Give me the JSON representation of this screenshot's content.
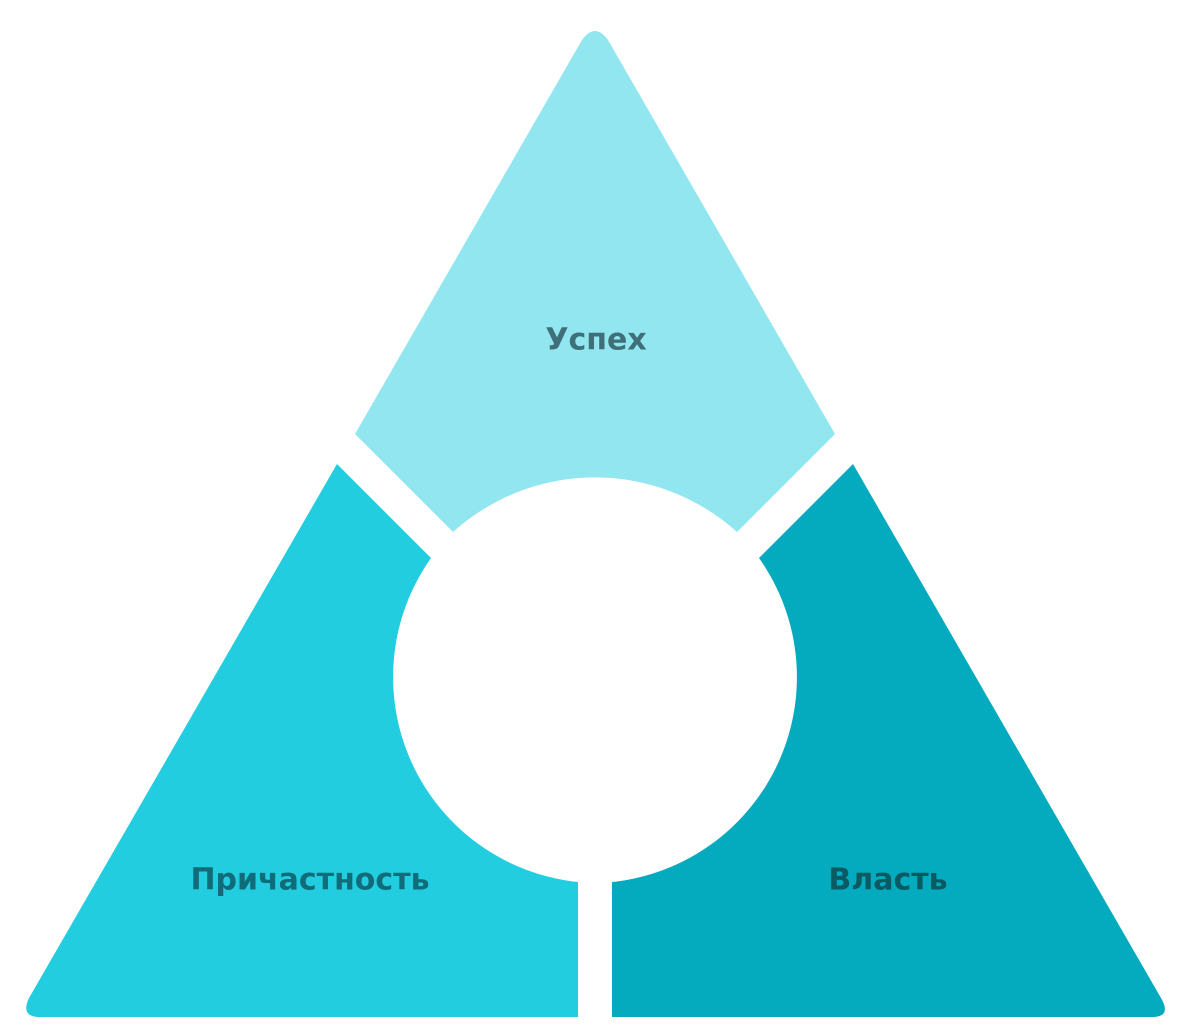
{
  "diagram": {
    "segments": [
      {
        "id": "top",
        "label": "Успех",
        "color": "#92E6EF",
        "text_color": "#3F6F78"
      },
      {
        "id": "left",
        "label": "Причастность",
        "color": "#23CDE0",
        "text_color": "#106C78"
      },
      {
        "id": "right",
        "label": "Власть",
        "color": "#04AABD",
        "text_color": "#0B5963"
      }
    ],
    "center_color": "#FFFFFF"
  }
}
